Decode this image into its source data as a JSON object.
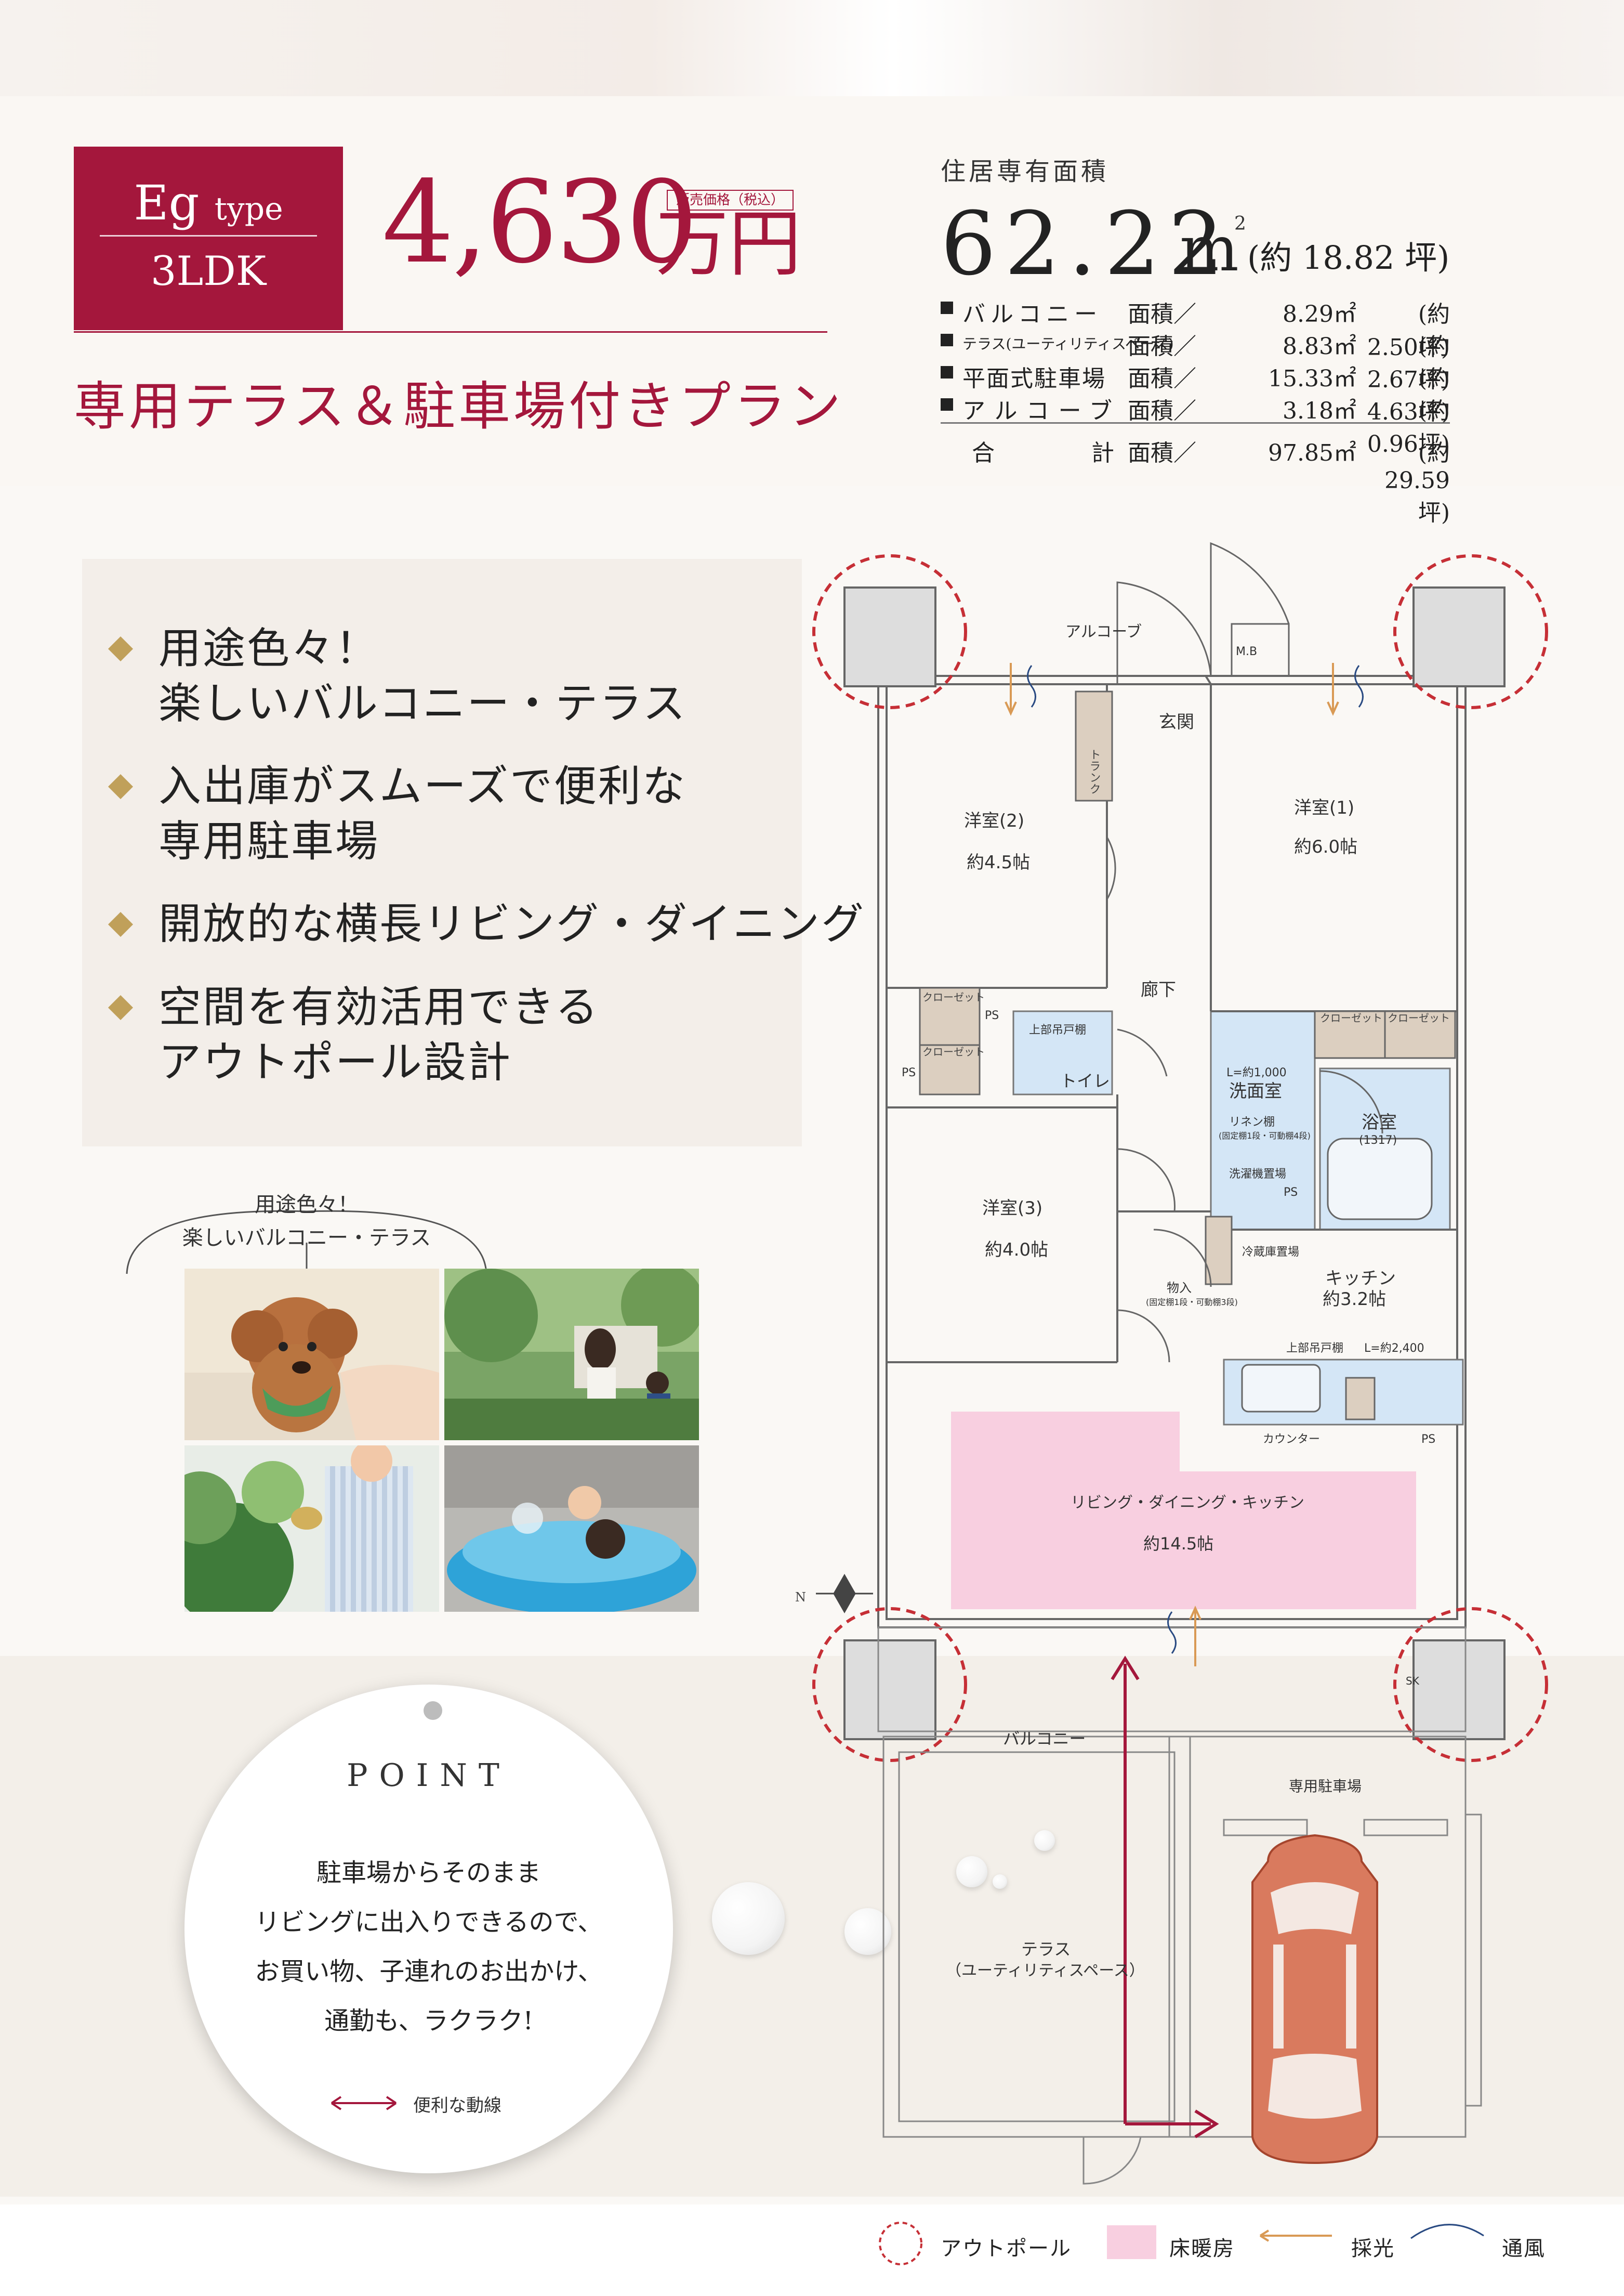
{
  "header": {
    "type_name": "Eg",
    "type_word": "type",
    "layout": "3LDK",
    "price_label": "販売価格（税込）",
    "price": "4,630",
    "price_unit": "万円",
    "tagline": "専用テラス＆駐車場付きプラン"
  },
  "area": {
    "label": "住居専有面積",
    "value": "62.22",
    "unit": "m",
    "unit_sup": "2",
    "tsubo": "(約 18.82 坪)",
    "rows": [
      {
        "name": "バルコニー",
        "label": "面積／",
        "value": "8.29㎡",
        "tsubo": "(約　2.50坪)"
      },
      {
        "name": "テラス(ユーティリティスペース)",
        "label": "面積／",
        "value": "8.83㎡",
        "tsubo": "(約　2.67坪)"
      },
      {
        "name": "平面式駐車場",
        "label": "面積／",
        "value": "15.33㎡",
        "tsubo": "(約　4.63坪)"
      },
      {
        "name": "アルコーブ",
        "label": "面積／",
        "value": "3.18㎡",
        "tsubo": "(約　0.96坪)"
      }
    ],
    "total": {
      "name_a": "合",
      "name_b": "計",
      "label": "面積／",
      "value": "97.85㎡",
      "tsubo": "(約 29.59坪)"
    }
  },
  "features": [
    {
      "line1": "用途色々！",
      "line2": "楽しいバルコニー・テラス"
    },
    {
      "line1": "入出庫がスムーズで便利な",
      "line2": "専用駐車場"
    },
    {
      "line1": "開放的な横長リビング・ダイニング",
      "line2": ""
    },
    {
      "line1": "空間を有効活用できる",
      "line2": "アウトポール設計"
    }
  ],
  "photo_caption": {
    "line1": "用途色々！",
    "line2": "楽しいバルコニー・テラス"
  },
  "point": {
    "title": "POINT",
    "lines": [
      "駐車場からそのまま",
      "リビングに出入りできるので、",
      "お買い物、子連れのお出かけ、",
      "通勤も、ラクラク!"
    ],
    "route_label": "便利な動線"
  },
  "plan": {
    "alcove": "アルコーブ",
    "mb": "M.B",
    "toranku": "トランク",
    "genkan": "玄関",
    "room1_name": "洋室(1)",
    "room1_size": "約6.0帖",
    "room2_name": "洋室(2)",
    "room2_size": "約4.5帖",
    "room3_name": "洋室(3)",
    "room3_size": "約4.0帖",
    "rouka": "廊下",
    "closet": "クローゼット",
    "ps": "PS",
    "upper_cabinet": "上部吊戸棚",
    "toilet": "トイレ",
    "sink_length": "L=約1,000",
    "washroom": "洗面室",
    "linen": "リネン棚",
    "linen_note": "(固定棚1段・可動棚4段)",
    "bath": "浴室",
    "bath_size": "(1317)",
    "washer": "洗濯機置場",
    "fridge": "冷蔵庫置場",
    "storage": "物入",
    "storage_note": "(固定棚1段・可動棚3段)",
    "kitchen": "キッチン",
    "kitchen_size": "約3.2帖",
    "kitchen_upper": "上部吊戸棚",
    "kitchen_length": "L=約2,400",
    "counter": "カウンター",
    "ldk": "リビング・ダイニング・キッチン",
    "ldk_size": "約14.5帖",
    "balcony": "バルコニー",
    "sk": "SK",
    "parking": "専用駐車場",
    "terrace": "テラス",
    "terrace_note": "（ユーティリティスペース）",
    "north": "N"
  },
  "legend": {
    "outpole": "アウトポール",
    "floor_heating": "床暖房",
    "daylight": "採光",
    "ventilation": "通風"
  },
  "colors": {
    "brand": "#a4173c",
    "accent_gold": "#c0a05a",
    "floor_heating": "#f8cfe0",
    "wet_area": "#d4e6f6",
    "daylight": "#d99a55",
    "outpole": "#c62f36",
    "car": "#d97a5e"
  }
}
